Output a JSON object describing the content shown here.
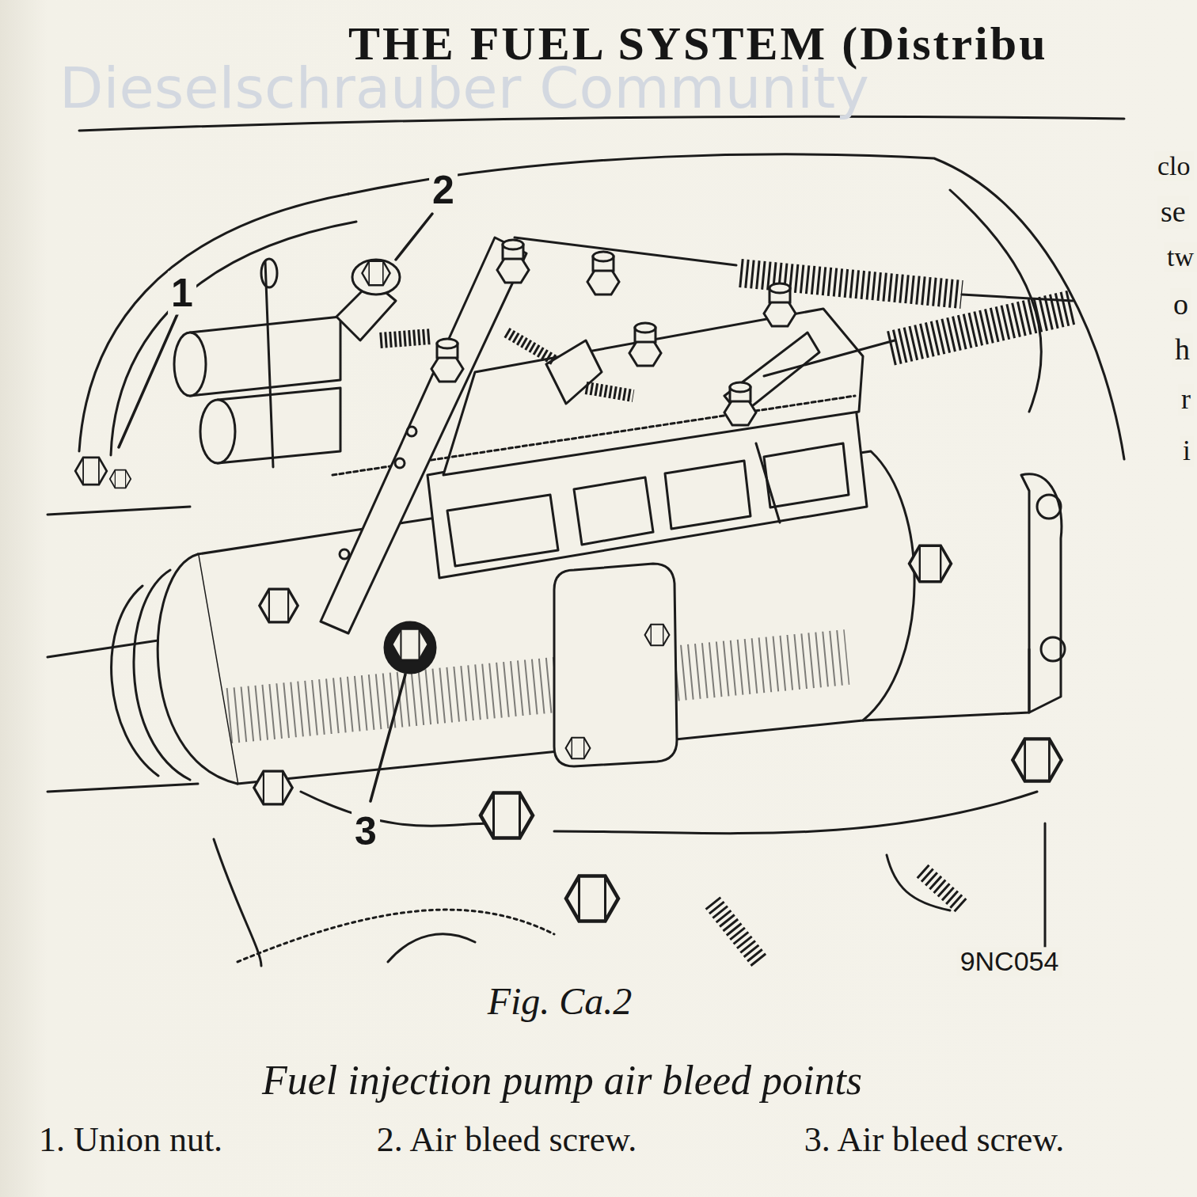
{
  "diagram": {
    "title": "THE FUEL SYSTEM (Distribu",
    "caption": "Fuel injection pump air bleed points",
    "labels": [
      "Dieselschrauber Community",
      "clo",
      "se",
      "tw",
      "o",
      "h",
      "r",
      "i",
      "1",
      "2",
      "3",
      "9NC054",
      "Fig. Ca.2",
      "1. Union nut.",
      "2. Air bleed screw.",
      "3. Air bleed screw."
    ]
  }
}
